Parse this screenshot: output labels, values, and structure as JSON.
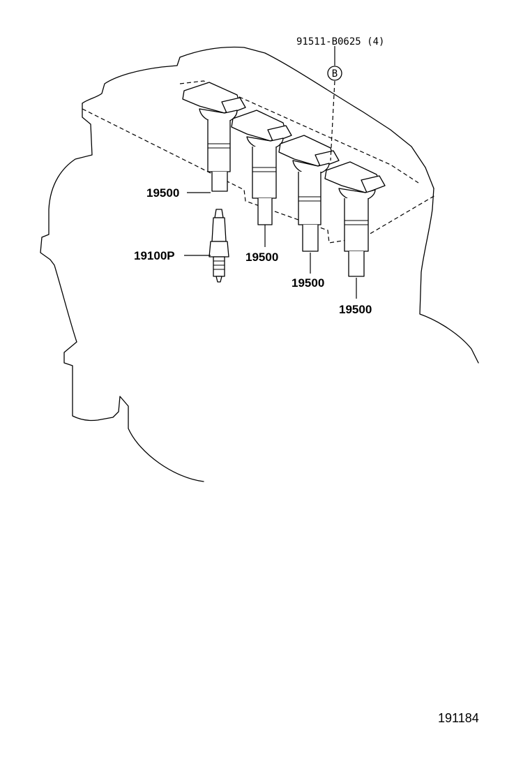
{
  "callouts": {
    "bolt_part": "91511-B0625 (4)",
    "bolt_marker": "B",
    "coil_1": "19500",
    "coil_2": "19500",
    "coil_3": "19500",
    "coil_4": "19500",
    "spark_plug": "19100P"
  },
  "figure_number": "191184",
  "colors": {
    "line": "#000000",
    "background": "#ffffff"
  }
}
